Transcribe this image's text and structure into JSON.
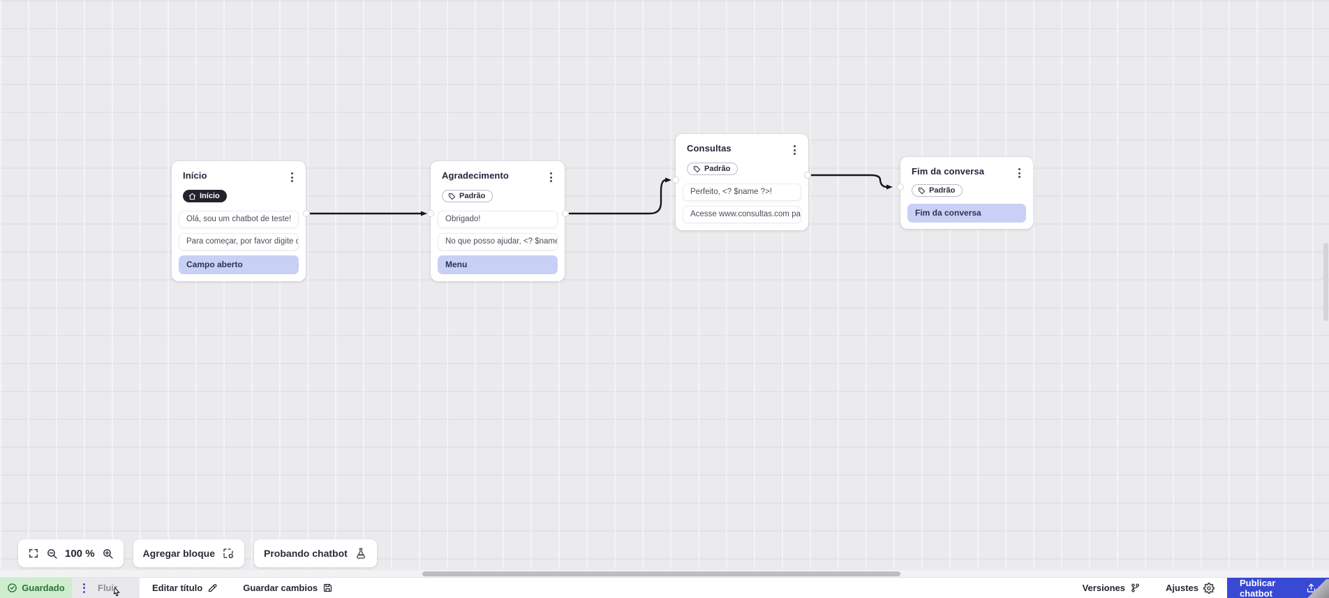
{
  "app": {
    "type": "chatbot-flow-builder"
  },
  "canvas": {
    "nodes": [
      {
        "title": "Início",
        "badge": {
          "label": "Início",
          "style": "dark",
          "icon": "home-icon"
        },
        "rows": [
          {
            "text": "Olá, sou um chatbot de teste!",
            "type": "message"
          },
          {
            "text": "Para começar, por favor digite o ...",
            "type": "message"
          },
          {
            "text": "Campo aberto",
            "type": "input"
          }
        ]
      },
      {
        "title": "Agradecimento",
        "badge": {
          "label": "Padrão",
          "style": "outline",
          "icon": "tag-icon"
        },
        "rows": [
          {
            "text": "Obrigado!",
            "type": "message"
          },
          {
            "text": "No que posso ajudar, <? $name ...",
            "type": "message"
          },
          {
            "text": "Menu",
            "type": "input"
          }
        ]
      },
      {
        "title": "Consultas",
        "badge": {
          "label": "Padrão",
          "style": "outline",
          "icon": "tag-icon"
        },
        "rows": [
          {
            "text": "Perfeito, <? $name ?>!",
            "type": "message"
          },
          {
            "text": "Acesse www.consultas.com par...",
            "type": "message"
          }
        ]
      },
      {
        "title": "Fim da conversa",
        "badge": {
          "label": "Padrão",
          "style": "outline",
          "icon": "tag-icon"
        },
        "rows": [
          {
            "text": "Fim da conversa",
            "type": "input"
          }
        ]
      }
    ]
  },
  "toolbar": {
    "zoom_level": "100 %",
    "add_block": "Agregar bloque",
    "test_chatbot": "Probando chatbot"
  },
  "statusbar": {
    "saved": "Guardado",
    "flow_tab": "Fluir",
    "edit_title": "Editar título",
    "save_changes": "Guardar cambios",
    "versions": "Versiones",
    "settings": "Ajustes",
    "publish": "Publicar chatbot"
  },
  "colors": {
    "accent_blue": "#3849d3",
    "saved_green_bg": "#cdedce",
    "saved_green_text": "#2e6f36",
    "action_row_bg": "#c9d0f6",
    "connector": "#17171a",
    "canvas_bg": "#ebebed"
  }
}
